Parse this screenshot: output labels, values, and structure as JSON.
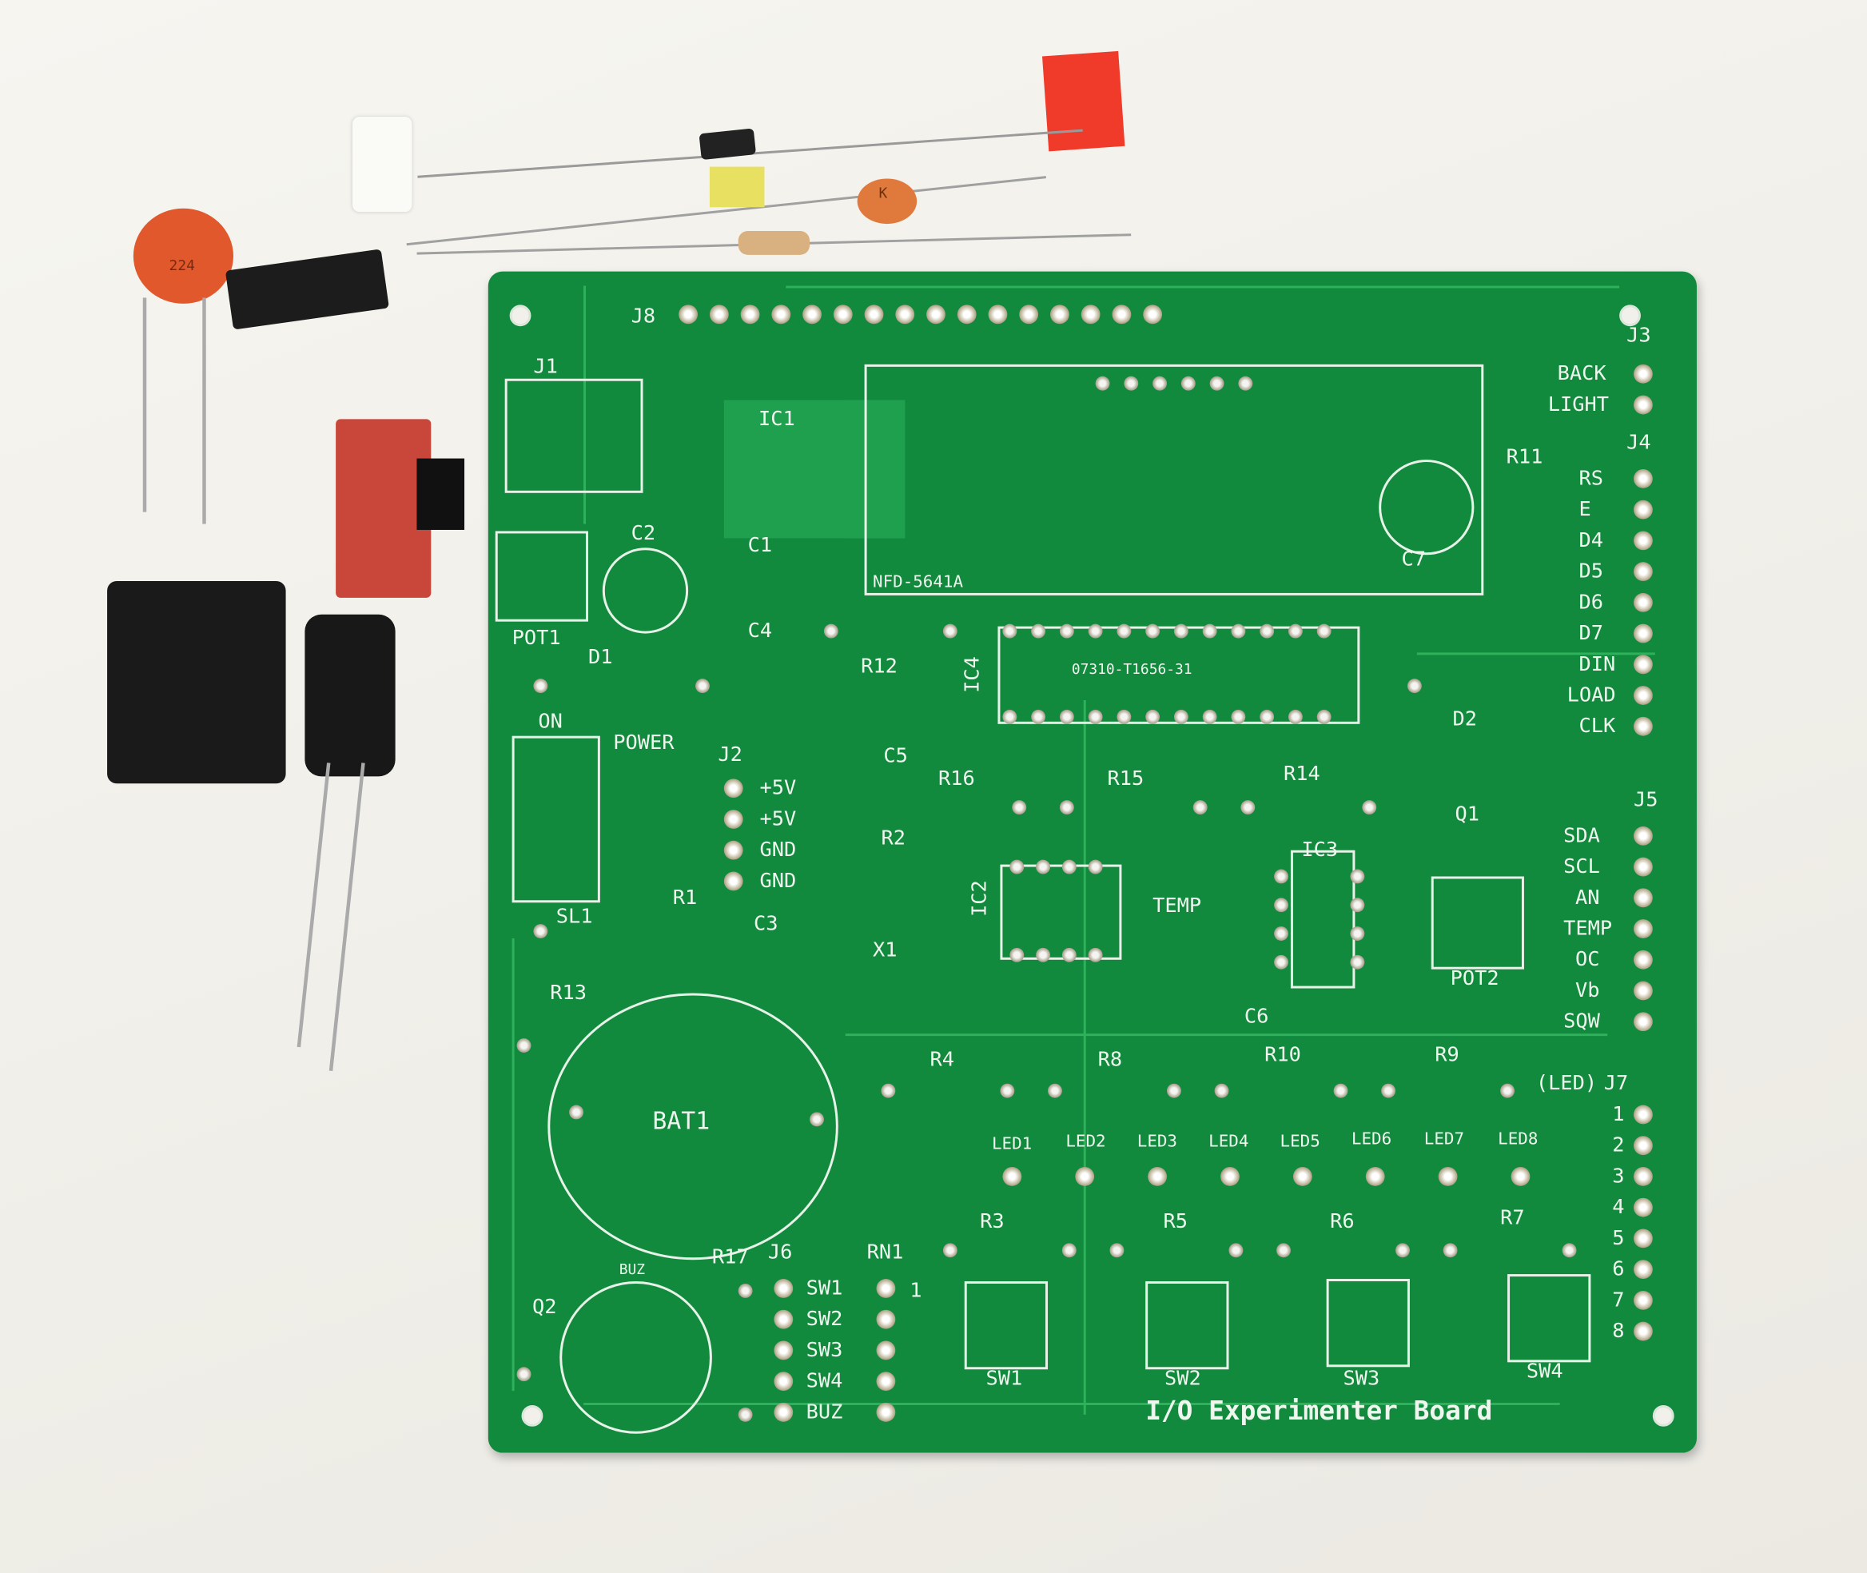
{
  "board": {
    "title": "I/O Experimenter Board",
    "color": "#118a3e",
    "labels": {
      "j8": "J8",
      "ic1": "IC1",
      "j1": "J1",
      "pot1": "POT1",
      "c2": "C2",
      "c1": "C1",
      "c4": "C4",
      "r12": "R12",
      "c5": "C5",
      "d1": "D1",
      "on": "ON",
      "power": "POWER",
      "j2": "J2",
      "p5v_a": "+5V",
      "p5v_b": "+5V",
      "gnd_a": "GND",
      "gnd_b": "GND",
      "r1": "R1",
      "sl1": "SL1",
      "r2": "R2",
      "x1": "X1",
      "ic2": "IC2",
      "c3": "C3",
      "r13": "R13",
      "bat1": "BAT1",
      "buz": "BUZ",
      "r17": "R17",
      "j6": "J6",
      "q2": "Q2",
      "rn1": "RN1",
      "rn1_pin": "1",
      "r3": "R3",
      "r5": "R5",
      "r6": "R6",
      "r7": "R7",
      "sw1": "SW1",
      "sw2": "SW2",
      "sw3": "SW3",
      "sw4": "SW4",
      "r4": "R4",
      "r8": "R8",
      "r10": "R10",
      "r9": "R9",
      "led_hdr": "(LED)",
      "j7": "J7",
      "r16": "R16",
      "r15": "R15",
      "r14": "R14",
      "temp": "TEMP",
      "ic3": "IC3",
      "c6": "C6",
      "pot2": "POT2",
      "q1": "Q1",
      "d2": "D2",
      "ic4": "IC4",
      "ic4_part": "07310-T1656-31",
      "display_part": "NFD-5641A",
      "c7": "C7",
      "r11": "R11",
      "j3": "J3",
      "back": "BACK",
      "light": "LIGHT",
      "j4": "J4",
      "j5": "J5"
    },
    "j6_pins": [
      "SW1",
      "SW2",
      "SW3",
      "SW4",
      "BUZ"
    ],
    "j4_pins": [
      "RS",
      "E",
      "D4",
      "D5",
      "D6",
      "D7",
      "DIN",
      "LOAD",
      "CLK"
    ],
    "j5_pins": [
      "SDA",
      "SCL",
      "AN",
      "TEMP",
      "OC",
      "Vb",
      "SQW"
    ],
    "j7_pins": [
      "1",
      "2",
      "3",
      "4",
      "5",
      "6",
      "7",
      "8"
    ],
    "leds": [
      "LED1",
      "LED2",
      "LED3",
      "LED4",
      "LED5",
      "LED6",
      "LED7",
      "LED8"
    ]
  },
  "components": {
    "ceramic_cap_marking": "224",
    "small_cap_marking": "K"
  }
}
